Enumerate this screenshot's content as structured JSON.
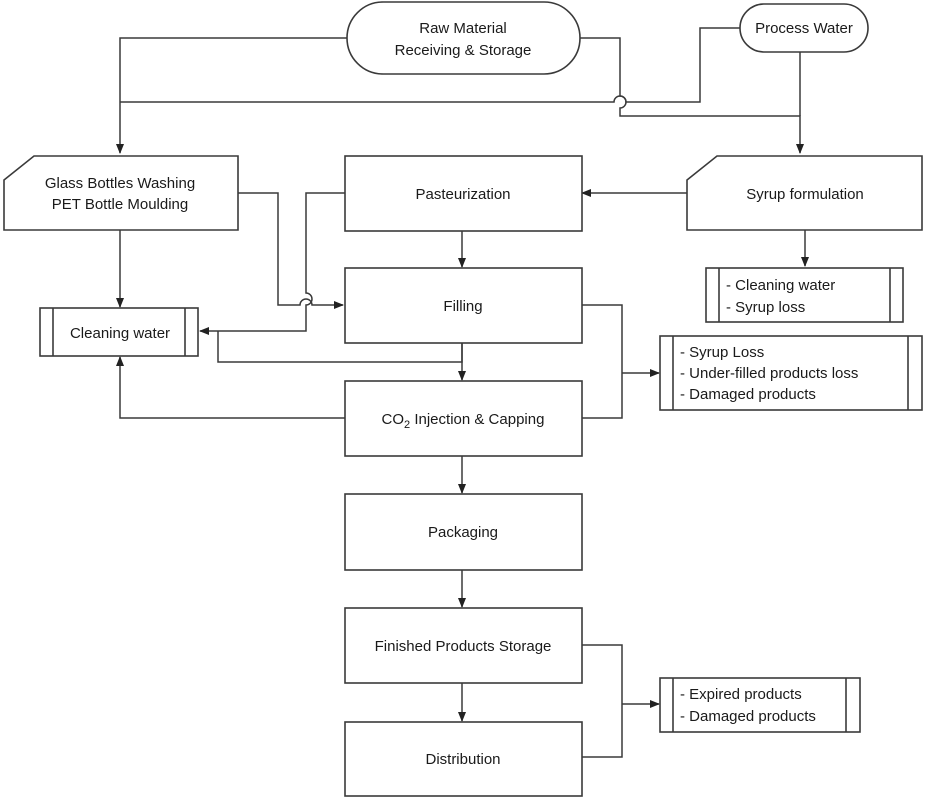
{
  "nodes": {
    "raw_material": {
      "line1": "Raw Material",
      "line2": "Receiving & Storage"
    },
    "process_water": {
      "label": "Process Water"
    },
    "bottles": {
      "line1": "Glass Bottles Washing",
      "line2": "PET Bottle Moulding"
    },
    "pasteurization": {
      "label": "Pasteurization"
    },
    "syrup_formulation": {
      "label": "Syrup formulation"
    },
    "filling": {
      "label": "Filling"
    },
    "co2_injection": {
      "prefix": "CO",
      "subscript": "2",
      "suffix": " Injection & Capping"
    },
    "packaging": {
      "label": "Packaging"
    },
    "finished_storage": {
      "label": "Finished Products Storage"
    },
    "distribution": {
      "label": "Distribution"
    }
  },
  "outputs": {
    "cleaning_water_left": {
      "label": "Cleaning water"
    },
    "syrup_outputs": {
      "items": [
        "- Cleaning water",
        "- Syrup loss"
      ]
    },
    "filling_losses": {
      "items": [
        "- Syrup Loss",
        "- Under-filled products loss",
        "- Damaged products"
      ]
    },
    "storage_losses": {
      "items": [
        "- Expired products",
        "- Damaged products"
      ]
    }
  }
}
